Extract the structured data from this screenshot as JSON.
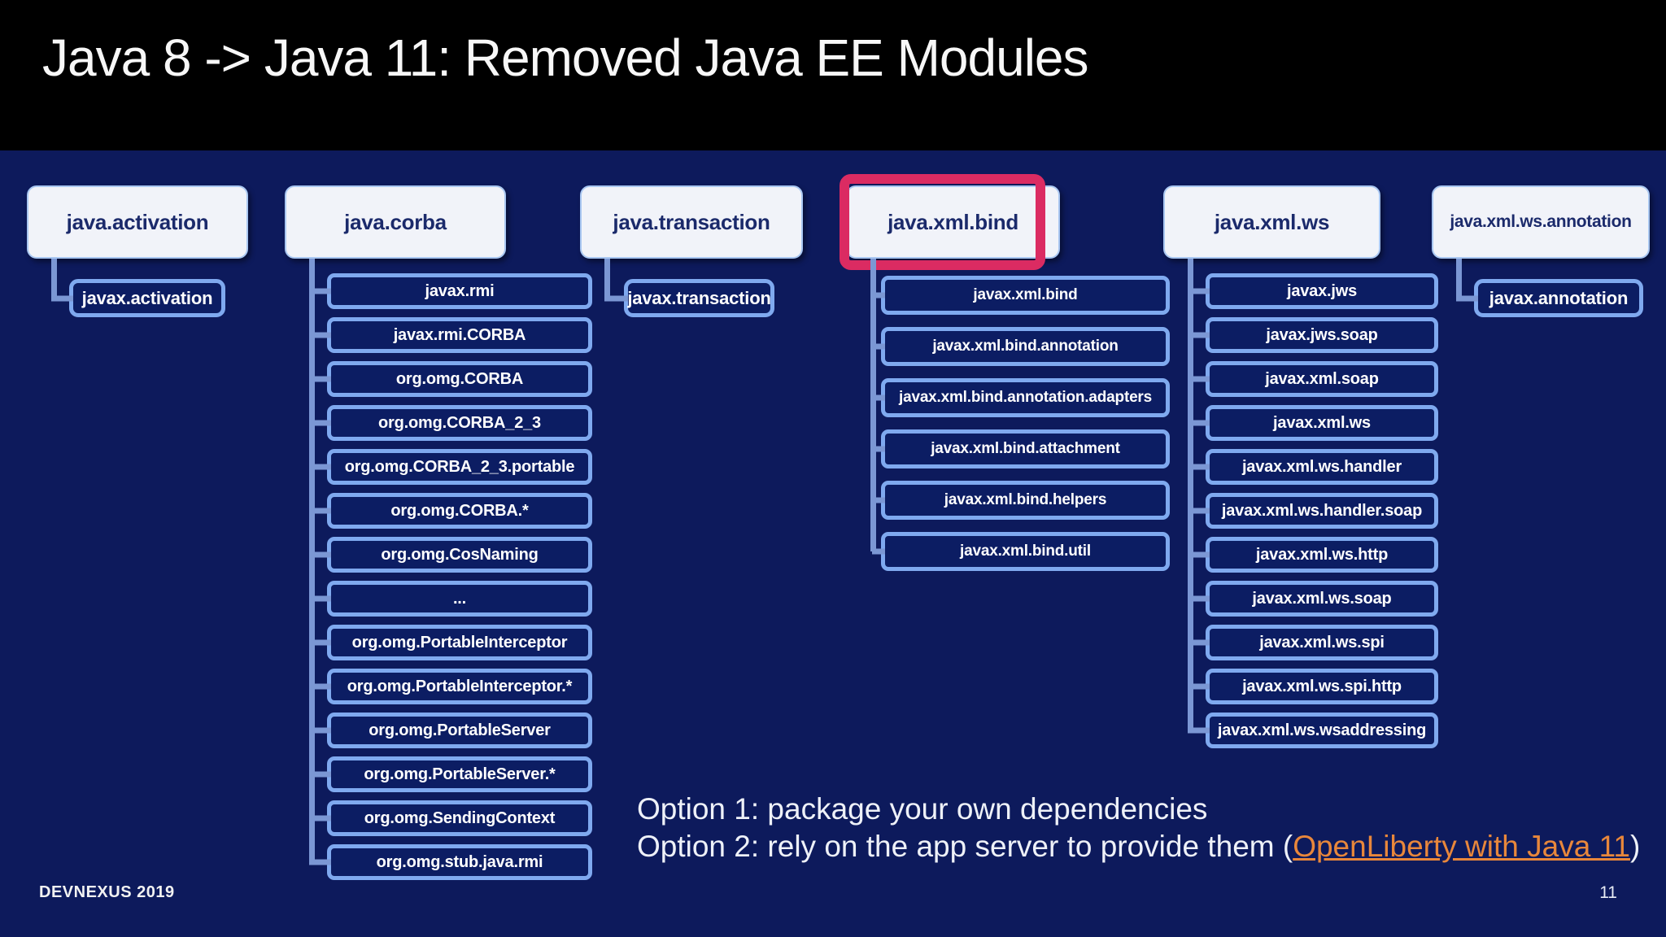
{
  "slide": {
    "title": "Java 8 -> Java 11: Removed Java EE Modules",
    "footer_left": "DEVNEXUS 2019",
    "page_number": "11"
  },
  "options": {
    "line1": "Option 1: package your own dependencies",
    "line2_prefix": "Option 2: rely on the app server to provide them (",
    "line2_link": "OpenLiberty with Java 11",
    "line2_suffix": ")"
  },
  "colors": {
    "background": "#0d1a5c",
    "header_bar": "#000000",
    "module_box_fill": "#f1f3f9",
    "module_box_text": "#1b2a6b",
    "package_border": "#7fa9ef",
    "package_fill": "#0c1d63",
    "connector": "#7b97d4",
    "highlight_border": "#db2b62",
    "link": "#e8873b"
  },
  "modules": [
    {
      "label": "java.activation",
      "highlighted": false,
      "children": [
        "javax.activation"
      ]
    },
    {
      "label": "java.corba",
      "highlighted": false,
      "children": [
        "javax.rmi",
        "javax.rmi.CORBA",
        "org.omg.CORBA",
        "org.omg.CORBA_2_3",
        "org.omg.CORBA_2_3.portable",
        "org.omg.CORBA.*",
        "org.omg.CosNaming",
        "...",
        "org.omg.PortableInterceptor",
        "org.omg.PortableInterceptor.*",
        "org.omg.PortableServer",
        "org.omg.PortableServer.*",
        "org.omg.SendingContext",
        "org.omg.stub.java.rmi"
      ]
    },
    {
      "label": "java.transaction",
      "highlighted": false,
      "children": [
        "javax.transaction"
      ]
    },
    {
      "label": "java.xml.bind",
      "highlighted": true,
      "children": [
        "javax.xml.bind",
        "javax.xml.bind.annotation",
        "javax.xml.bind.annotation.adapters",
        "javax.xml.bind.attachment",
        "javax.xml.bind.helpers",
        "javax.xml.bind.util"
      ]
    },
    {
      "label": "java.xml.ws",
      "highlighted": false,
      "children": [
        "javax.jws",
        "javax.jws.soap",
        "javax.xml.soap",
        "javax.xml.ws",
        "javax.xml.ws.handler",
        "javax.xml.ws.handler.soap",
        "javax.xml.ws.http",
        "javax.xml.ws.soap",
        "javax.xml.ws.spi",
        "javax.xml.ws.spi.http",
        "javax.xml.ws.wsaddressing"
      ]
    },
    {
      "label": "java.xml.ws.annotation",
      "highlighted": false,
      "children": [
        "javax.annotation"
      ]
    }
  ]
}
